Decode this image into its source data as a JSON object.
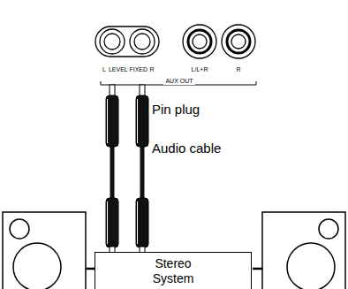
{
  "diagram": {
    "nodes": [
      {
        "text": [
          "Stereo System"
        ]
      }
    ],
    "labels": [
      "L",
      "LEVEL FIXED",
      "R",
      "AUX OUT",
      "L/L+R",
      "R",
      "Pin plug",
      "Audio cable"
    ]
  }
}
